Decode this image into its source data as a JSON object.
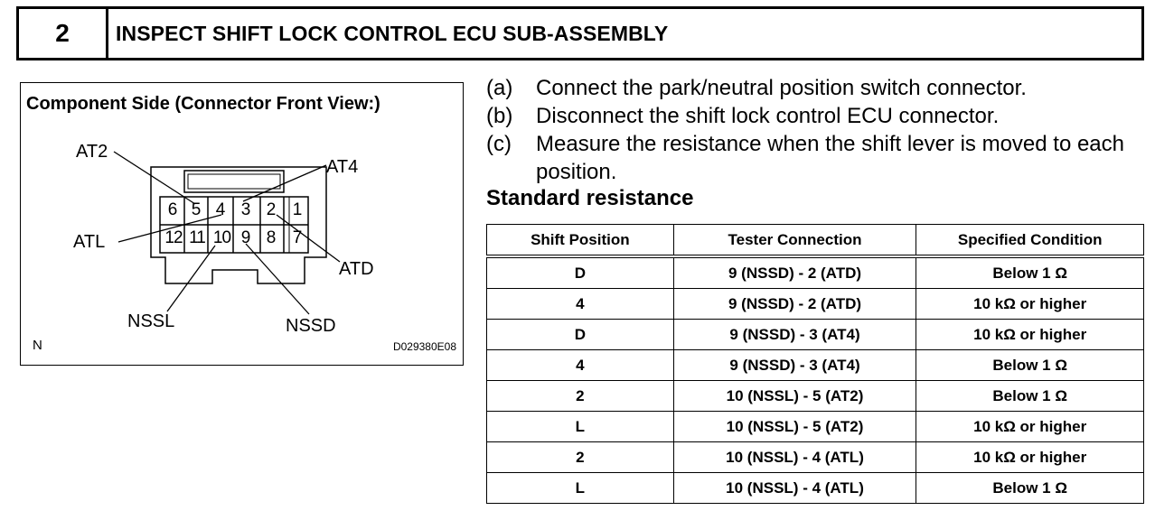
{
  "header": {
    "step_number": "2",
    "title": "INSPECT SHIFT LOCK CONTROL ECU SUB-ASSEMBLY"
  },
  "diagram": {
    "title": "Component Side (Connector Front View:)",
    "corner_letter": "N",
    "figure_code": "D029380E08",
    "top_pins": [
      "6",
      "5",
      "4",
      "3",
      "2",
      "1"
    ],
    "bottom_pins": [
      "12",
      "11",
      "10",
      "9",
      "8",
      "7"
    ],
    "labels": {
      "at2": "AT2",
      "at4": "AT4",
      "atl": "ATL",
      "atd": "ATD",
      "nssl": "NSSL",
      "nssd": "NSSD"
    }
  },
  "instructions": [
    {
      "letter": "(a)",
      "text": "Connect the park/neutral position switch connector."
    },
    {
      "letter": "(b)",
      "text": "Disconnect the shift lock control ECU connector."
    },
    {
      "letter": "(c)",
      "text": "Measure the resistance when the shift lever is moved to each position."
    }
  ],
  "standard_heading": "Standard resistance",
  "table": {
    "columns": [
      "Shift Position",
      "Tester Connection",
      "Specified Condition"
    ],
    "rows": [
      [
        "D",
        "9 (NSSD) - 2 (ATD)",
        "Below 1 Ω"
      ],
      [
        "4",
        "9 (NSSD) - 2 (ATD)",
        "10 kΩ or higher"
      ],
      [
        "D",
        "9 (NSSD) - 3 (AT4)",
        "10 kΩ or higher"
      ],
      [
        "4",
        "9 (NSSD) - 3 (AT4)",
        "Below 1 Ω"
      ],
      [
        "2",
        "10 (NSSL) - 5 (AT2)",
        "Below 1 Ω"
      ],
      [
        "L",
        "10 (NSSL) - 5 (AT2)",
        "10 kΩ or higher"
      ],
      [
        "2",
        "10 (NSSL) - 4 (ATL)",
        "10 kΩ or higher"
      ],
      [
        "L",
        "10 (NSSL) - 4 (ATL)",
        "Below 1 Ω"
      ]
    ]
  }
}
